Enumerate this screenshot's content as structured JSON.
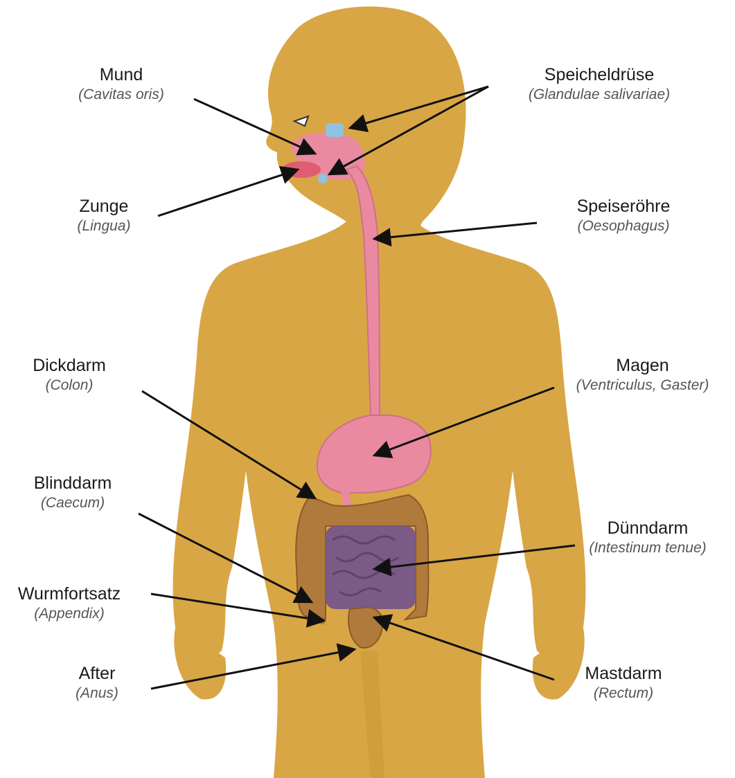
{
  "colors": {
    "skin": "#d9a645",
    "skin_shade": "#c48f2e",
    "organ_pink": "#e98aa1",
    "organ_pink_dark": "#cf6f88",
    "gland_blue": "#8fc3e0",
    "colon_brown": "#b07a3c",
    "small_intestine": "#7b5a86",
    "tongue": "#e05c72",
    "arrow": "#111111"
  },
  "labels": {
    "mund": {
      "name": "Mund",
      "latin": "(Cavitas oris)"
    },
    "zunge": {
      "name": "Zunge",
      "latin": "(Lingua)"
    },
    "speicheldruese": {
      "name": "Speicheldrüse",
      "latin": "(Glandulae salivariae)"
    },
    "speiseroehre": {
      "name": "Speiseröhre",
      "latin": "(Oesophagus)"
    },
    "dickdarm": {
      "name": "Dickdarm",
      "latin": "(Colon)"
    },
    "magen": {
      "name": "Magen",
      "latin": "(Ventriculus, Gaster)"
    },
    "blinddarm": {
      "name": "Blinddarm",
      "latin": "(Caecum)"
    },
    "duenndarm": {
      "name": "Dünndarm",
      "latin": "(Intestinum tenue)"
    },
    "wurmfortsatz": {
      "name": "Wurmfortsatz",
      "latin": "(Appendix)"
    },
    "after": {
      "name": "After",
      "latin": "(Anus)"
    },
    "mastdarm": {
      "name": "Mastdarm",
      "latin": "(Rectum)"
    }
  }
}
